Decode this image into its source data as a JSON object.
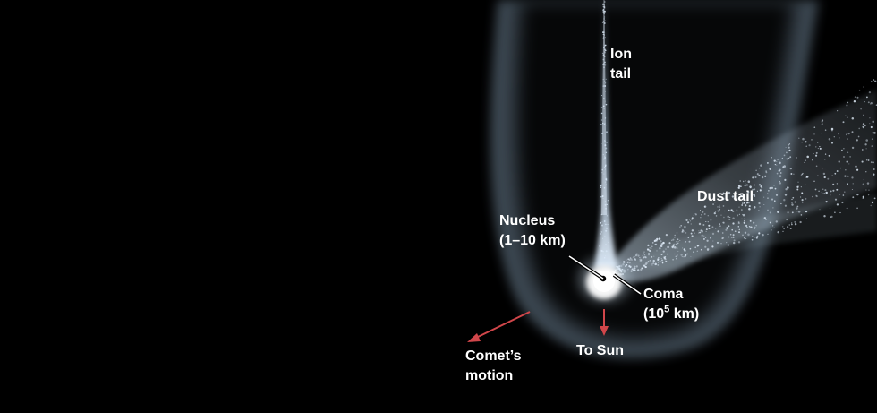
{
  "labels": {
    "ion_tail": [
      "Ion",
      "tail"
    ],
    "dust_tail": "Dust tail",
    "nucleus": [
      "Nucleus",
      "(1–10 km)"
    ],
    "coma": {
      "line1": "Coma",
      "line2_prefix": "(10",
      "line2_sup": "5",
      "line2_suffix": " km)"
    },
    "to_sun": "To Sun",
    "motion": [
      "Comet’s",
      "motion"
    ]
  },
  "colors": {
    "background": "#000000",
    "envelope": "#a9c9e6",
    "tail": "#cfe3f4",
    "coma_core": "#ffffff",
    "arrow": "#d0464a",
    "text": "#ffffff"
  }
}
